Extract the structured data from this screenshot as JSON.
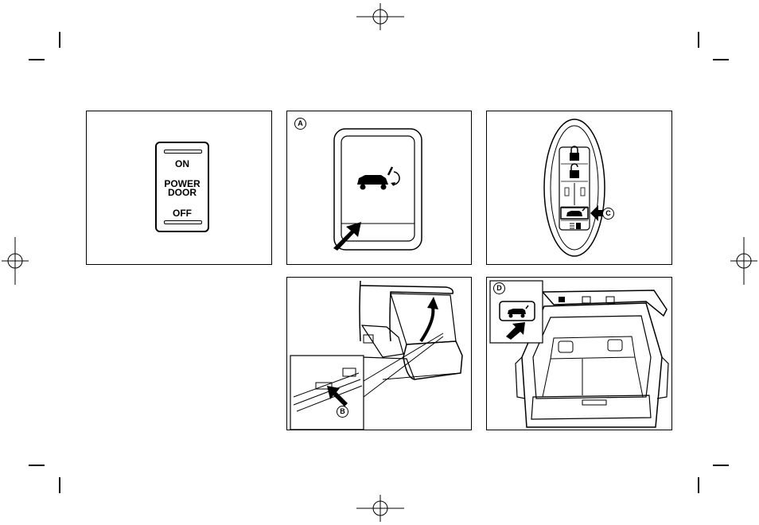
{
  "switch_panel": {
    "on_label": "ON",
    "power_label": "POWER",
    "door_label": "DOOR",
    "off_label": "OFF"
  },
  "callouts": {
    "a": "A",
    "b": "B",
    "c": "C",
    "d": "D"
  },
  "icons": {
    "liftgate": "liftgate-icon",
    "lock": "lock-icon",
    "unlock": "unlock-icon",
    "light": "light-icon",
    "arrow": "pointer-arrow-icon"
  }
}
